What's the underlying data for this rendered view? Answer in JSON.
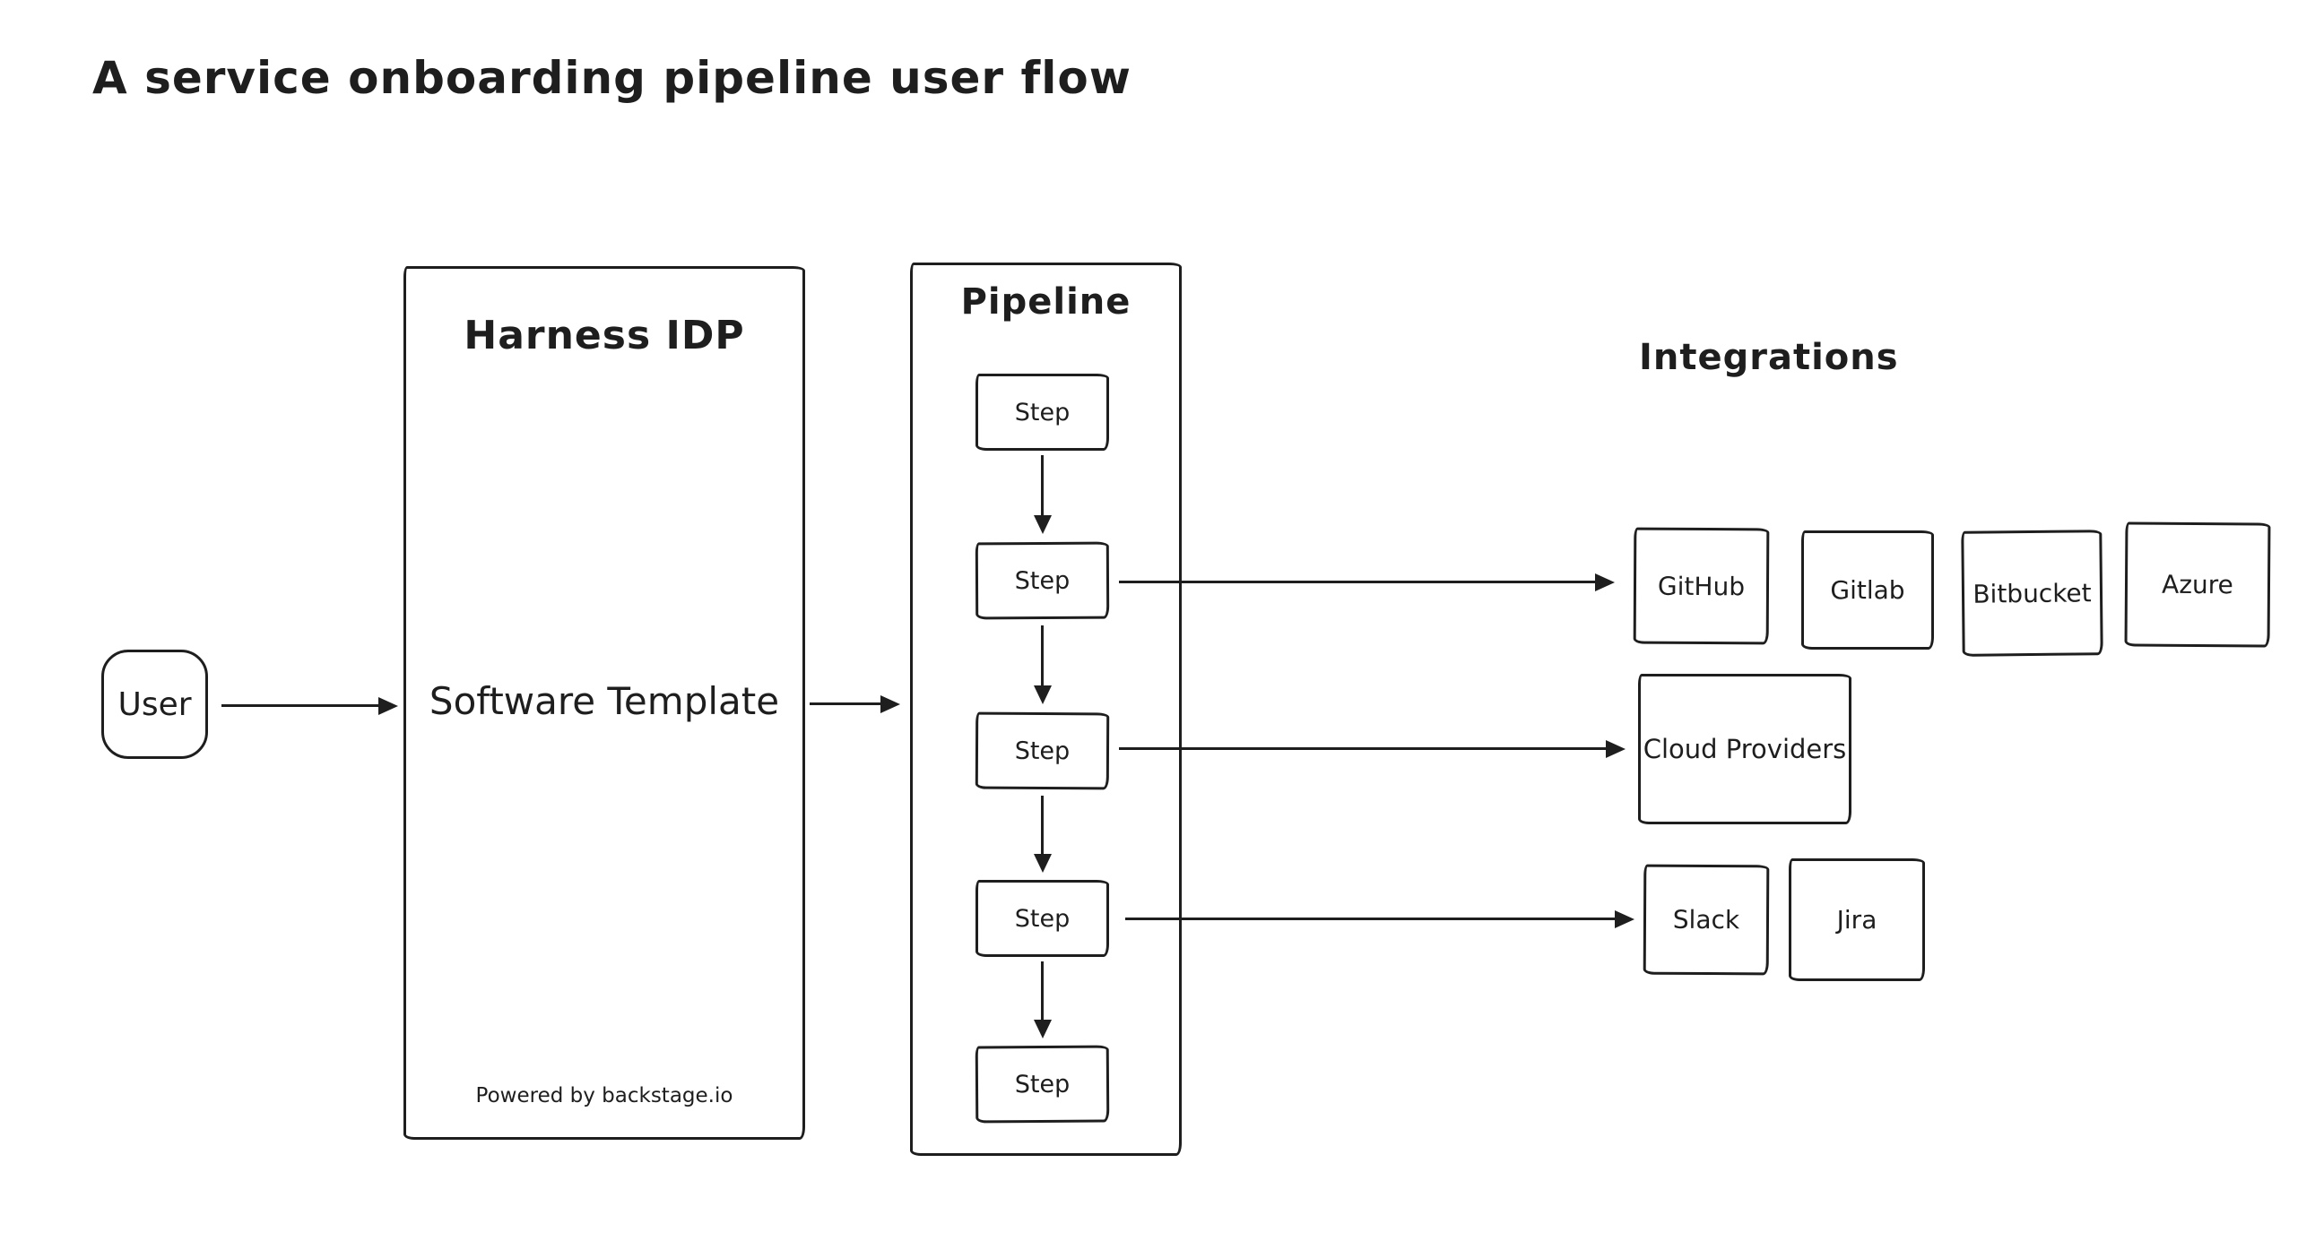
{
  "page": {
    "background": "#ffffff",
    "stroke_color": "#1e1e1e"
  },
  "title": "A service onboarding pipeline user flow",
  "user": {
    "label": "User"
  },
  "harness": {
    "heading": "Harness IDP",
    "body": "Software Template",
    "footer": "Powered by backstage.io"
  },
  "pipeline": {
    "heading": "Pipeline",
    "steps": [
      "Step",
      "Step",
      "Step",
      "Step",
      "Step"
    ]
  },
  "integrations": {
    "heading": "Integrations",
    "source_control": [
      {
        "label": "GitHub"
      },
      {
        "label": "Gitlab"
      },
      {
        "label": "Bitbucket"
      },
      {
        "label": "Azure"
      }
    ],
    "cloud": [
      {
        "label": "Cloud Providers"
      }
    ],
    "collaboration": [
      {
        "label": "Slack"
      },
      {
        "label": "Jira"
      }
    ]
  }
}
